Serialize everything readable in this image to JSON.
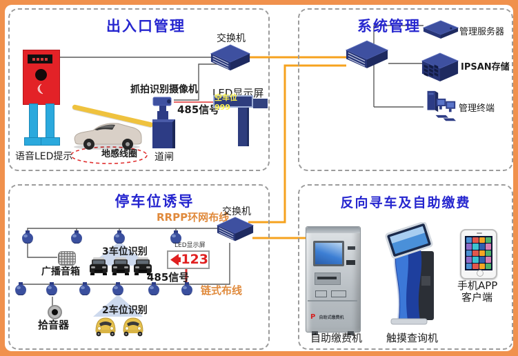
{
  "colors": {
    "frame": "#F0914D",
    "title_blue": "#2626CF",
    "line_orange": "#F6A21E",
    "text_orange": "#E08A3C",
    "red": "#E02020",
    "device_blue": "#36479B",
    "led_yellow": "#FFF34D"
  },
  "entrance": {
    "title": "出入口管理",
    "switch_label": "交换机",
    "camera_label": "抓拍识别摄像机",
    "led_label": "LED显示屏",
    "led_text": "空车位999",
    "signal_label": "485信号",
    "voice_label": "语音LED提示",
    "loop_label": "地感线圈",
    "barrier_label": "道闸"
  },
  "system": {
    "title": "系统管理",
    "server_label": "管理服务器",
    "storage_label": "IPSAN存储",
    "terminal_label": "管理终端"
  },
  "guidance": {
    "title": "停车位诱导",
    "switch_label": "交换机",
    "rrpp_label": "RRPP环网布线",
    "speaker_label": "广播音箱",
    "three_label": "3车位识别",
    "led_label": "LED显示屏",
    "led_value": "123",
    "signal_label": "485信号",
    "chain_label": "链式布线",
    "two_label": "2车位识别",
    "mic_label": "拾音器"
  },
  "payment": {
    "title": "反向寻车及自助缴费",
    "brand_p": "P",
    "brand_text": "自助式缴费机",
    "pay_label": "自助缴费机",
    "query_label": "触摸查询机",
    "app_line1": "手机APP",
    "app_line2": "客户端"
  }
}
